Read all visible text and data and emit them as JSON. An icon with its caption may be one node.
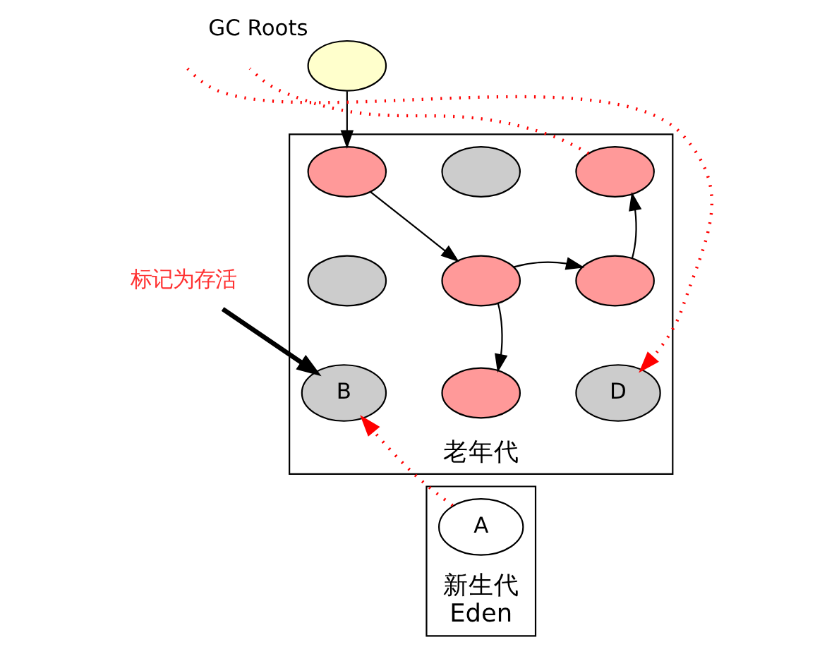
{
  "diagram": {
    "nodes": [
      {
        "text": [],
        "shape": "ellipse",
        "beside": [
          "GC Roots"
        ]
      },
      {
        "text": [
          "老年代"
        ]
      },
      {
        "text": [],
        "shape": "ellipse",
        "in": 1
      },
      {
        "text": [],
        "shape": "ellipse",
        "in": 1
      },
      {
        "text": [],
        "shape": "ellipse",
        "in": 1
      },
      {
        "text": [],
        "shape": "ellipse",
        "in": 1
      },
      {
        "text": [],
        "shape": "ellipse",
        "in": 1
      },
      {
        "text": [],
        "shape": "ellipse",
        "in": 1
      },
      {
        "text": [
          "B"
        ],
        "in": 1
      },
      {
        "text": [],
        "shape": "ellipse",
        "in": 1
      },
      {
        "text": [
          "D"
        ],
        "in": 1
      },
      {
        "text": [
          "新生代",
          "Eden"
        ]
      },
      {
        "text": [
          "A"
        ],
        "in": 11
      },
      {
        "text": [
          "标记为存活"
        ]
      }
    ],
    "edges": [
      {
        "from": 0,
        "to": 2,
        "arrow": "to"
      },
      {
        "from": 2,
        "to": 6,
        "arrow": "to"
      },
      {
        "from": 6,
        "to": 7,
        "arrow": "to"
      },
      {
        "from": 7,
        "to": 4,
        "arrow": "to"
      },
      {
        "from": 6,
        "to": 9,
        "arrow": "to"
      },
      {
        "from": 12,
        "to": 8,
        "arrow": "to",
        "style": "dashed",
        "color": "#ff0000"
      },
      {
        "from": null,
        "to": 10,
        "arrow": "to",
        "style": "dashed",
        "color": "#ff0000"
      },
      {
        "from": 4,
        "to": null,
        "arrow": "none",
        "style": "dashed",
        "color": "#ff0000"
      },
      {
        "from": 13,
        "to": 8,
        "arrow": "to",
        "style": "thick"
      }
    ]
  }
}
